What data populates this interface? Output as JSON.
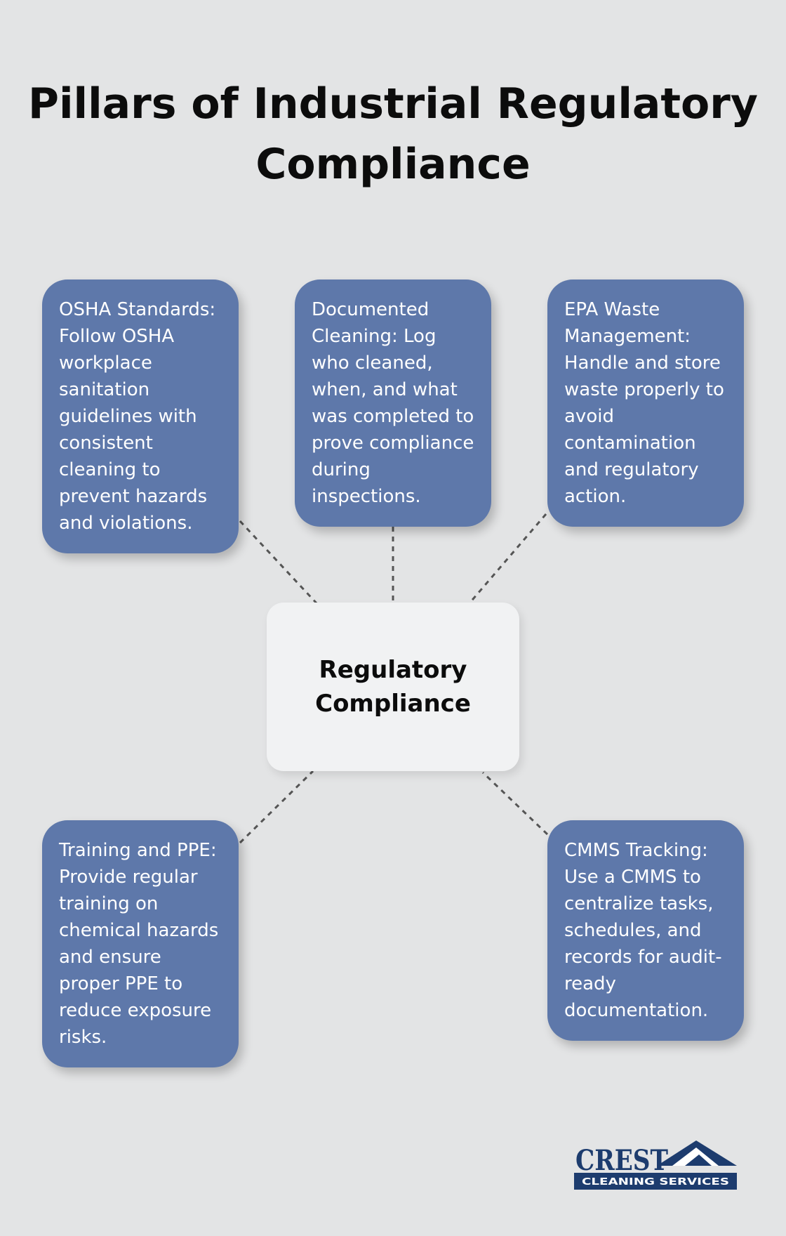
{
  "title": {
    "line1": "Pillars of Industrial Regulatory",
    "line2": "Compliance"
  },
  "center": {
    "line1": "Regulatory",
    "line2": "Compliance"
  },
  "pillars": [
    {
      "text": "OSHA Standards: Follow OSHA workplace sanitation guidelines with consistent cleaning to prevent hazards and violations."
    },
    {
      "text": "Documented Cleaning: Log who cleaned, when, and what was completed to prove compliance during inspections."
    },
    {
      "text": "EPA Waste Management: Handle and store waste properly to avoid contamination and regulatory action."
    },
    {
      "text": "Training and PPE: Provide regular training on chemical hazards and ensure proper PPE to reduce exposure risks."
    },
    {
      "text": "CMMS Tracking: Use a CMMS to centralize tasks, schedules, and records for audit-ready documentation."
    }
  ],
  "logo": {
    "name": "CREST",
    "tagline": "CLEANING SERVICES",
    "icon": "mountain-peak-icon"
  },
  "colors": {
    "background": "#e3e4e5",
    "card": "#5e78aa",
    "center": "#f1f2f3",
    "connector": "#555555",
    "logo_navy": "#1d3c6e"
  }
}
